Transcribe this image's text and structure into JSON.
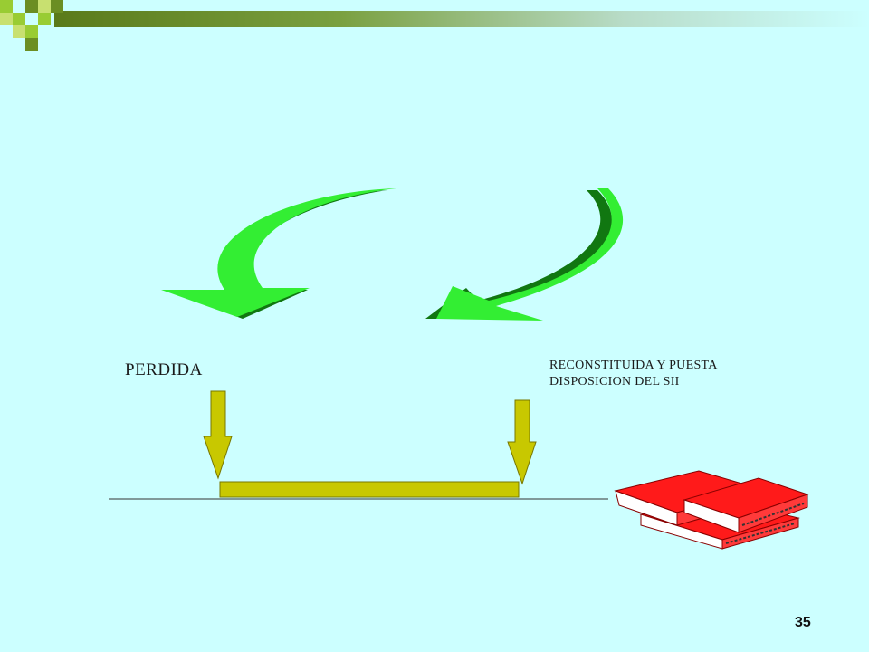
{
  "labels": {
    "left": "PERDIDA",
    "right_line1": "RECONSTITUIDA  Y PUESTA",
    "right_line2": "DISPOSICION DEL SII"
  },
  "slide_number": "35",
  "colors": {
    "background": "#ccffff",
    "arrow_green": "#33ee33",
    "arrow_green_shadow": "#117711",
    "yellow_arrow": "#c8c800",
    "book_red": "#ff1a1a"
  },
  "icons": {
    "header": "checkered-bar",
    "books": "stack-of-books-icon"
  }
}
